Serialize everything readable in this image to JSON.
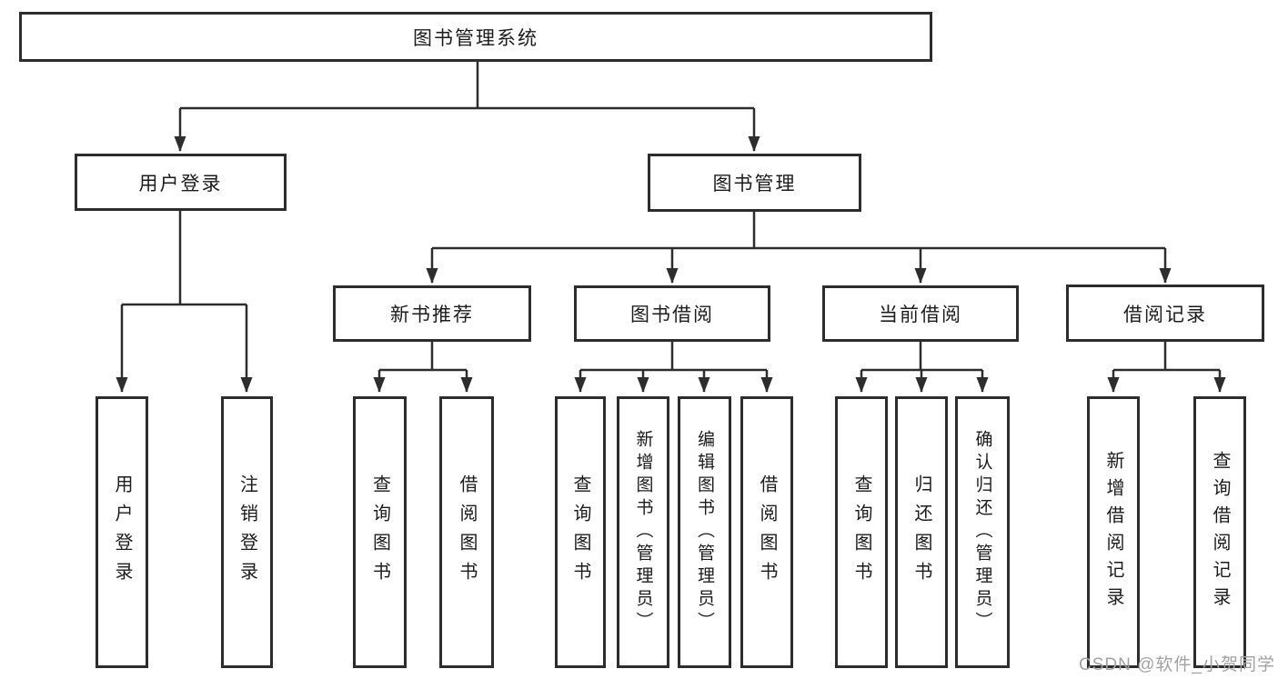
{
  "diagram": {
    "title": "图书管理系统",
    "nodes": {
      "root": {
        "label": "图书管理系统"
      },
      "level2": [
        {
          "id": "user-login",
          "label": "用户登录"
        },
        {
          "id": "book-management",
          "label": "图书管理"
        }
      ],
      "level3": [
        {
          "id": "new-book-recommend",
          "parent": "图书管理",
          "label": "新书推荐"
        },
        {
          "id": "book-borrow",
          "parent": "图书管理",
          "label": "图书借阅"
        },
        {
          "id": "current-borrow",
          "parent": "图书管理",
          "label": "当前借阅"
        },
        {
          "id": "borrow-records",
          "parent": "图书管理",
          "label": "借阅记录"
        }
      ],
      "leaves": [
        {
          "parent": "用户登录",
          "label": "用户登录"
        },
        {
          "parent": "用户登录",
          "label": "注销登录"
        },
        {
          "parent": "新书推荐",
          "label": "查询图书"
        },
        {
          "parent": "新书推荐",
          "label": "借阅图书"
        },
        {
          "parent": "图书借阅",
          "label": "查询图书"
        },
        {
          "parent": "图书借阅",
          "label": "新增图书（管理员）"
        },
        {
          "parent": "图书借阅",
          "label": "编辑图书（管理员）"
        },
        {
          "parent": "图书借阅",
          "label": "借阅图书"
        },
        {
          "parent": "当前借阅",
          "label": "查询图书"
        },
        {
          "parent": "当前借阅",
          "label": "归还图书"
        },
        {
          "parent": "当前借阅",
          "label": "确认归还（管理员）"
        },
        {
          "parent": "借阅记录",
          "label": "新增借阅记录"
        },
        {
          "parent": "借阅记录",
          "label": "查询借阅记录"
        }
      ]
    },
    "colors": {
      "line": "#2d2d2d",
      "text": "#1c1c1c",
      "background": "#ffffff",
      "watermark": "#a2a2a2"
    }
  },
  "watermark": "CSDN @软件_小贺同学"
}
